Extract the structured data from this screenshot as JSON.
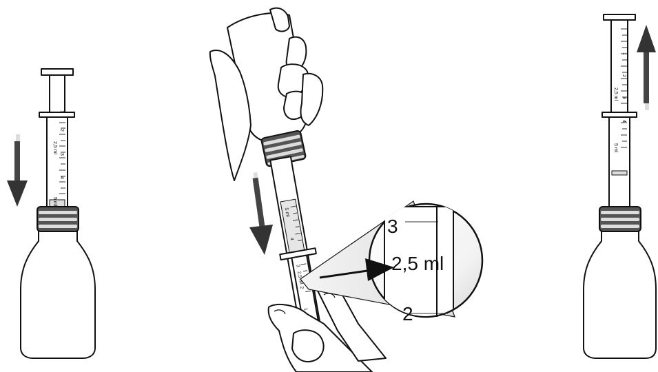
{
  "colors": {
    "ink": "#111111",
    "arrow": "#333333",
    "paper": "#ffffff",
    "lens_shade": "#e6e6e6"
  },
  "syringe_scale": {
    "tick_labels": [
      "1",
      "2",
      "2,5 ml",
      "3",
      "4",
      "5 ml"
    ]
  },
  "magnifier": {
    "top_label": "3",
    "dose_label": "2,5 ml",
    "bottom_label": "2"
  },
  "panels": [
    {
      "id": "left",
      "arrow_direction": "down"
    },
    {
      "id": "center",
      "arrow_direction": "down"
    },
    {
      "id": "right",
      "arrow_direction": "up"
    }
  ]
}
